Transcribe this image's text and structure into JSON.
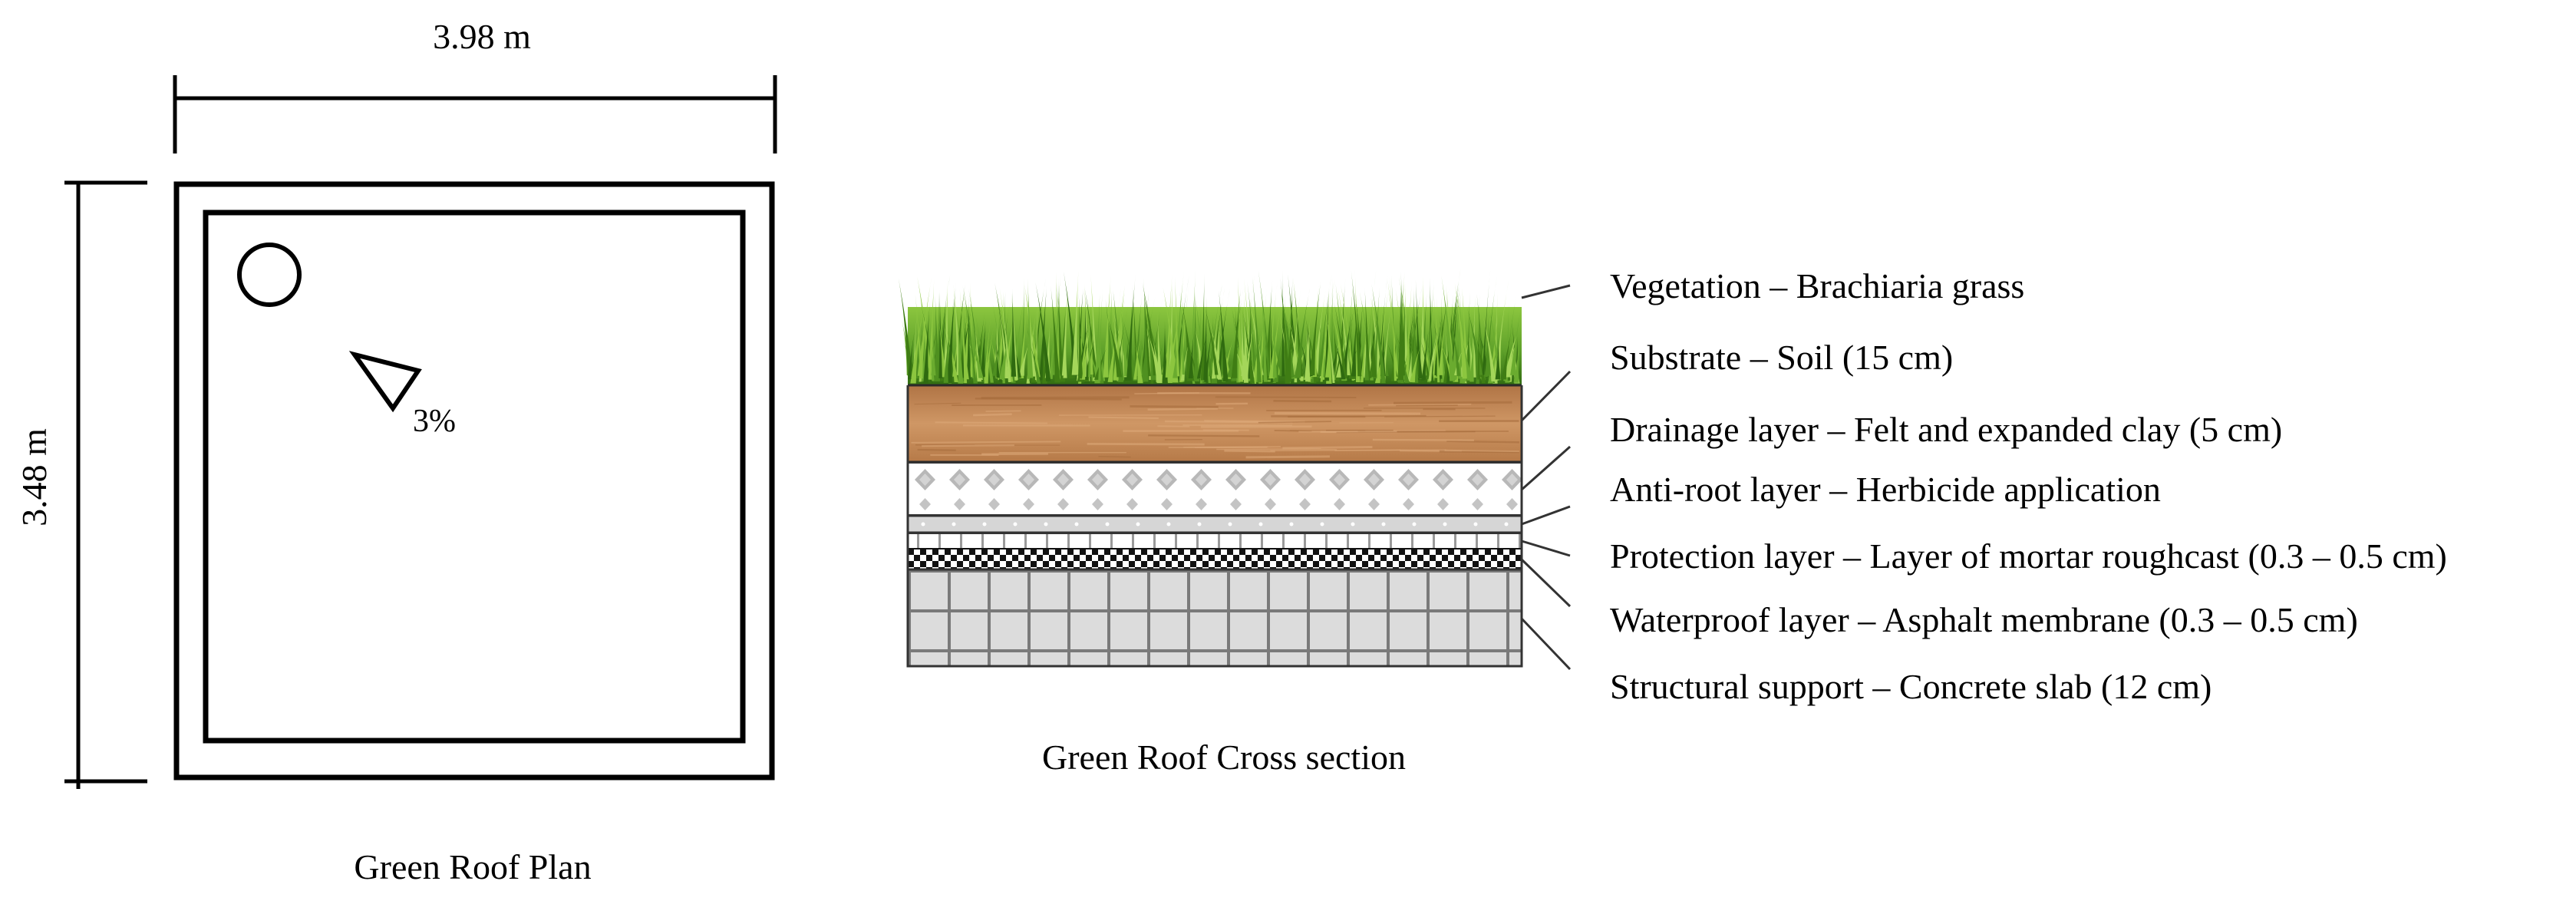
{
  "plan": {
    "width_label": "3.98 m",
    "height_label": "3.48 m",
    "slope_label": "3%",
    "caption": "Green Roof Plan"
  },
  "section": {
    "caption": "Green Roof Cross section",
    "layers": [
      {
        "key": "vegetation",
        "label": "Vegetation – Brachiaria grass"
      },
      {
        "key": "substrate",
        "label": "Substrate – Soil (15 cm)"
      },
      {
        "key": "drainage",
        "label": "Drainage layer – Felt and expanded clay (5 cm)"
      },
      {
        "key": "anti-root",
        "label": "Anti-root layer – Herbicide application"
      },
      {
        "key": "protection",
        "label": "Protection layer – Layer of mortar roughcast (0.3 – 0.5 cm)"
      },
      {
        "key": "waterproof",
        "label": "Waterproof layer – Asphalt membrane (0.3 – 0.5 cm)"
      },
      {
        "key": "structural",
        "label": "Structural support – Concrete slab (12 cm)"
      }
    ]
  },
  "colors": {
    "grass_dark": "#3f7d14",
    "grass_light": "#8cc63f",
    "soil": "#c98d5a",
    "soil_dark": "#a66c3c",
    "drainage_motif": "#bdbdbd",
    "slab_fill": "#d9d9d9",
    "slab_grid": "#7a7a7a"
  }
}
